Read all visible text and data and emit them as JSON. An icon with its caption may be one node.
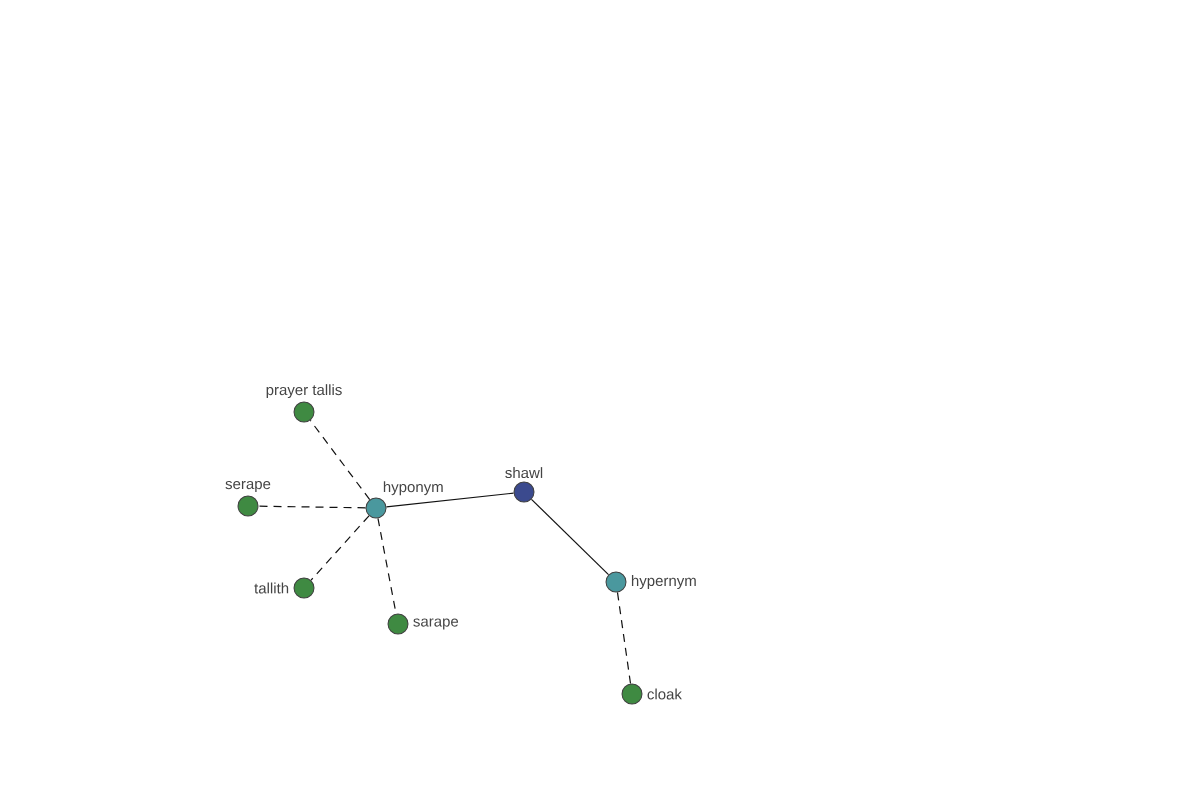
{
  "diagram": {
    "nodes": [
      {
        "text": [
          "shawl"
        ]
      },
      {
        "text": [
          "hyponym"
        ]
      },
      {
        "text": [
          "hypernym"
        ]
      },
      {
        "text": [
          "prayer tallis"
        ]
      },
      {
        "text": [
          "serape"
        ]
      },
      {
        "text": [
          "tallith"
        ]
      },
      {
        "text": [
          "sarape"
        ]
      },
      {
        "text": [
          "cloak"
        ]
      }
    ],
    "edges": [
      {
        "from": 1,
        "to": 0,
        "arrow": "none"
      },
      {
        "from": 0,
        "to": 2,
        "arrow": "none"
      },
      {
        "from": 1,
        "to": 3,
        "arrow": "none",
        "style": "dashed"
      },
      {
        "from": 1,
        "to": 4,
        "arrow": "none",
        "style": "dashed"
      },
      {
        "from": 1,
        "to": 5,
        "arrow": "none",
        "style": "dashed"
      },
      {
        "from": 1,
        "to": 6,
        "arrow": "none",
        "style": "dashed"
      },
      {
        "from": 2,
        "to": 7,
        "arrow": "none",
        "style": "dashed"
      }
    ]
  }
}
